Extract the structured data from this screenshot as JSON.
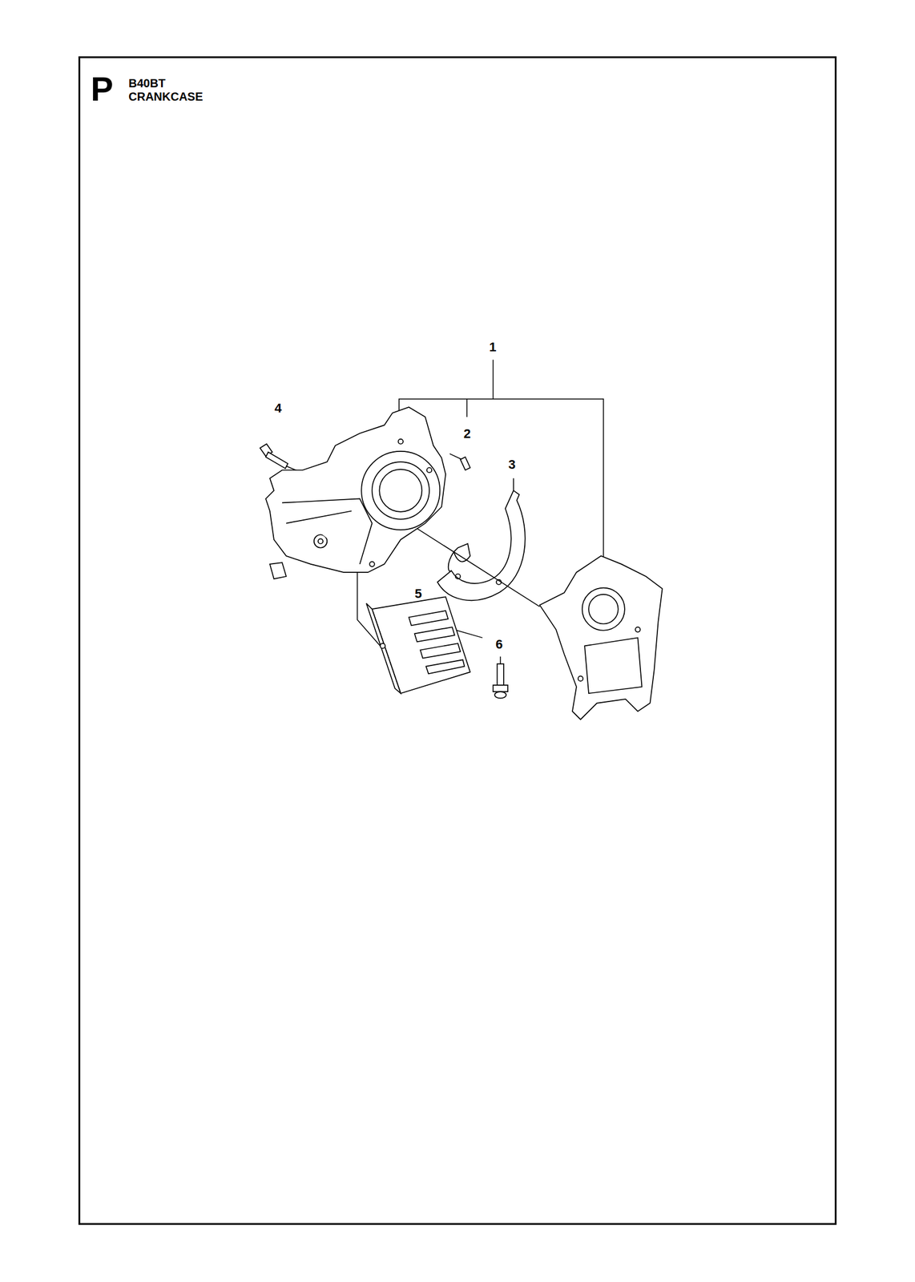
{
  "diagram": {
    "title": "B40BT CRANKCASE",
    "labels": [
      "P",
      "1",
      "2",
      "3",
      "4",
      "5",
      "6"
    ]
  }
}
